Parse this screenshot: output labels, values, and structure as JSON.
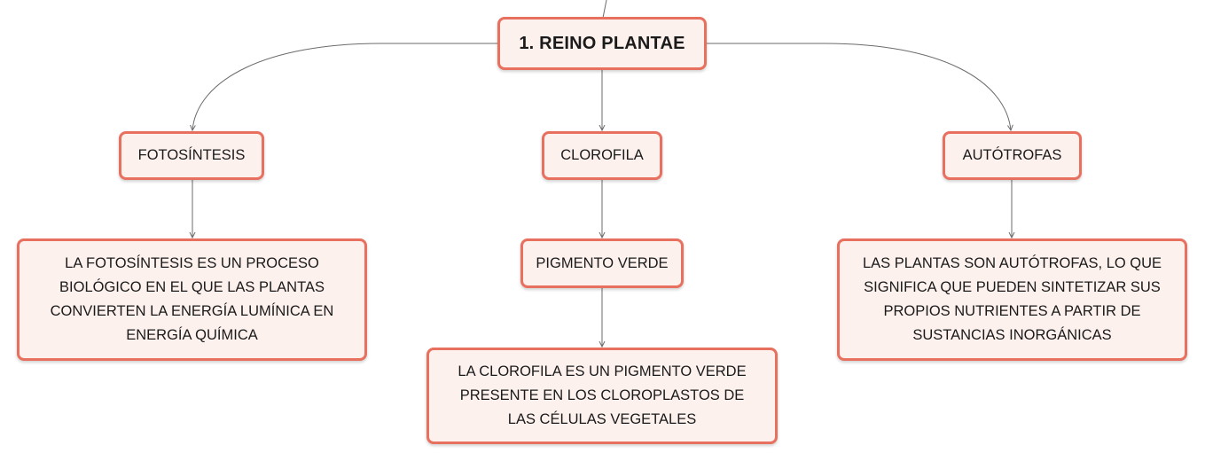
{
  "mindmap": {
    "root": {
      "label": "1. REINO PLANTAE"
    },
    "branches": [
      {
        "label": "FOTOSÍNTESIS",
        "description": "LA FOTOSÍNTESIS ES UN PROCESO BIOLÓGICO EN EL QUE LAS PLANTAS CONVIERTEN LA ENERGÍA LUMÍNICA EN ENERGÍA QUÍMICA"
      },
      {
        "label": "CLOROFILA",
        "child": "PIGMENTO VERDE",
        "description": "LA CLOROFILA ES UN PIGMENTO VERDE PRESENTE EN LOS CLOROPLASTOS DE LAS CÉLULAS VEGETALES"
      },
      {
        "label": "AUTÓTROFAS",
        "description": "LAS PLANTAS SON AUTÓTROFAS, LO QUE SIGNIFICA QUE PUEDEN SINTETIZAR SUS PROPIOS NUTRIENTES A PARTIR DE SUSTANCIAS INORGÁNICAS"
      }
    ]
  },
  "colors": {
    "node_border": "#e8705e",
    "node_fill": "#fdf1ee",
    "connector": "#6b6b6b",
    "text": "#1a1a1a"
  }
}
